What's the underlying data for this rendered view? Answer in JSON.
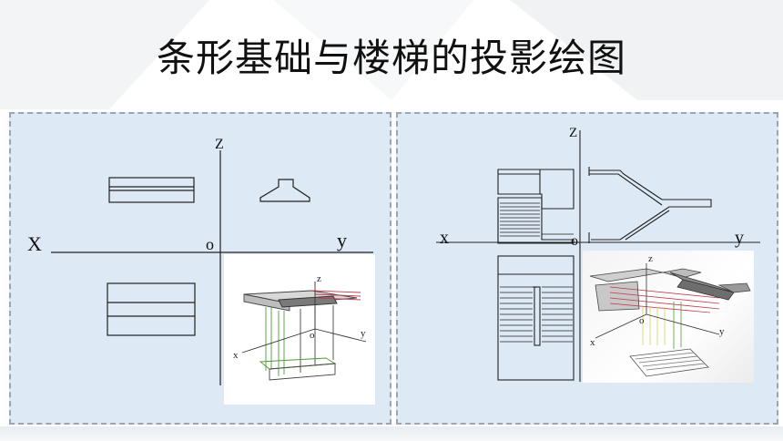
{
  "title": "条形基础与楼梯的投影绘图",
  "left_panel": {
    "axis_x": "X",
    "axis_y": "y",
    "axis_z": "Z",
    "origin": "o",
    "inset": {
      "x": "x",
      "y": "y",
      "z": "z",
      "o": "o"
    }
  },
  "right_panel": {
    "axis_x": "x",
    "axis_y": "y",
    "axis_z": "Z",
    "origin": "o",
    "inset": {
      "x": "x",
      "y": "y",
      "z": "z",
      "o": "o"
    }
  },
  "colors": {
    "panel_bg": "#dde9f4",
    "line": "#222222",
    "accent_red": "#c23a4a",
    "accent_green": "#4d9a3a",
    "accent_yellow": "#d9d25a"
  }
}
